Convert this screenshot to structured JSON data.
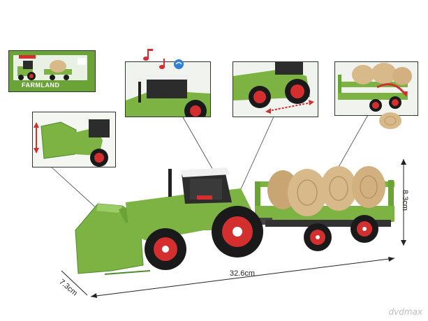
{
  "dimensions": {
    "length": "32.6cm",
    "height": "8.3cm",
    "width": "7.3cm"
  },
  "package": {
    "brand": "FARMLAND"
  },
  "watermark": "dvdmax",
  "colors": {
    "tractor_green": "#7cb342",
    "dark_green": "#4e8a2e",
    "wheel_red": "#d32f2f",
    "hay": "#d8b98a",
    "tire": "#1a1a1a"
  },
  "icons": [
    "music-note-icon",
    "sound-wave-icon",
    "up-down-arrow-icon",
    "left-right-arrow-icon",
    "curved-arrow-icon"
  ]
}
